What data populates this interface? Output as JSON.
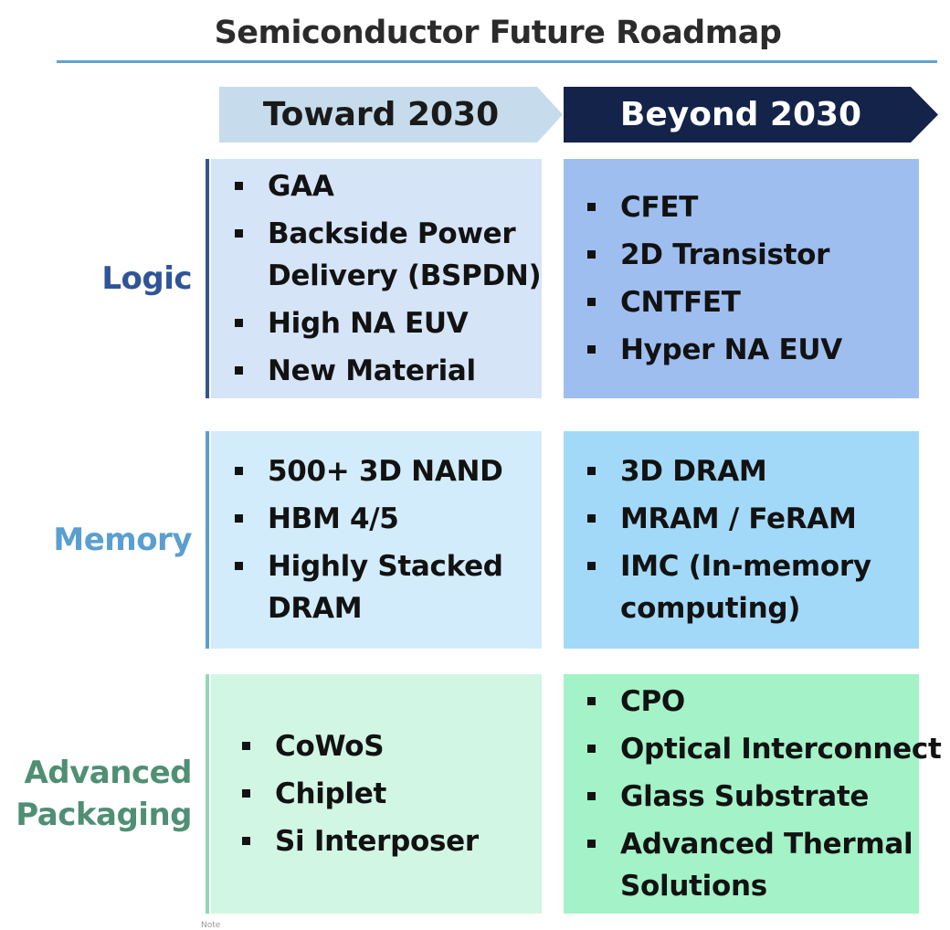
{
  "title": "Semiconductor Future Roadmap",
  "columns": {
    "toward": "Toward 2030",
    "beyond": "Beyond 2030"
  },
  "rows": [
    {
      "label_lines": [
        "Logic"
      ],
      "label_color": "#2f5597",
      "bar_color": "#2f5597",
      "left_bg": "#d6e4f8",
      "right_bg": "#9fbef0",
      "left": [
        [
          "GAA"
        ],
        [
          "Backside Power",
          "Delivery (BSPDN)"
        ],
        [
          "High NA EUV"
        ],
        [
          "New Material"
        ]
      ],
      "right": [
        [
          "CFET"
        ],
        [
          "2D Transistor"
        ],
        [
          "CNTFET"
        ],
        [
          "Hyper NA EUV"
        ]
      ]
    },
    {
      "label_lines": [
        "Memory"
      ],
      "label_color": "#5a9fd0",
      "bar_color": "#5a9fd0",
      "left_bg": "#d2ecfb",
      "right_bg": "#a3d9f8",
      "left": [
        [
          "500+ 3D NAND"
        ],
        [
          "HBM 4/5"
        ],
        [
          "Highly Stacked",
          "DRAM"
        ]
      ],
      "right": [
        [
          "3D DRAM"
        ],
        [
          "MRAM / FeRAM"
        ],
        [
          "IMC (In-memory",
          "computing)"
        ]
      ]
    },
    {
      "label_lines": [
        "Advanced",
        "Packaging"
      ],
      "label_color": "#4f8f74",
      "bar_color": "#8fd9b1",
      "left_bg": "#d2f6e4",
      "right_bg": "#a4f2c8",
      "left": [
        [
          "CoWoS"
        ],
        [
          "Chiplet"
        ],
        [
          "Si Interposer"
        ]
      ],
      "right": [
        [
          "CPO"
        ],
        [
          "Optical Interconnect"
        ],
        [
          "Glass Substrate"
        ],
        [
          "Advanced Thermal",
          "Solutions"
        ]
      ]
    }
  ],
  "footnote": "Note"
}
